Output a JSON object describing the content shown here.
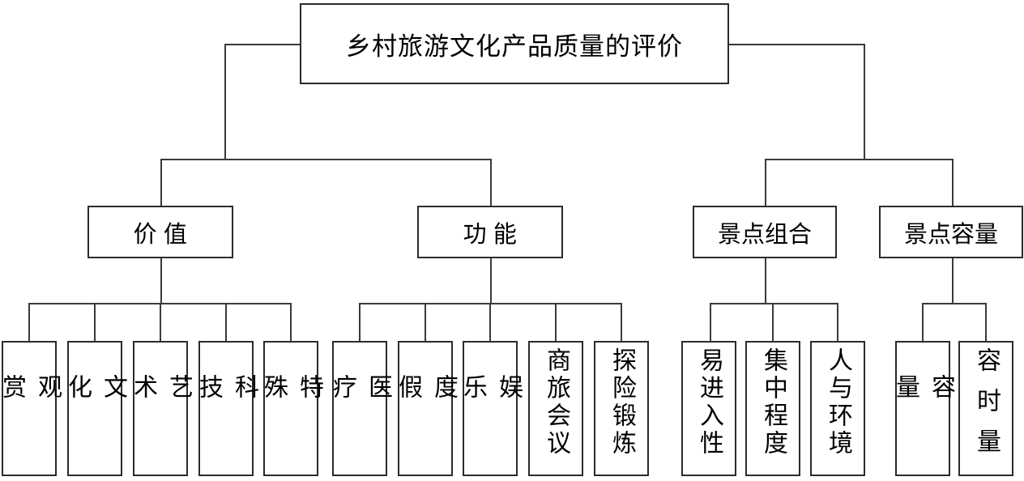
{
  "diagram": {
    "title": "乡村旅游文化产品质量的评价",
    "type": "hierarchy-tree",
    "orientation": "top-down",
    "line_color": "#3a3a3a",
    "border_color": "#2b2b2b",
    "background_color": "#ffffff",
    "root": {
      "label": "乡村旅游文化产品质量的评价",
      "children": [
        {
          "label": "价  值",
          "leaves": [
            "观赏",
            "文化",
            "艺术",
            "科技",
            "特殊"
          ]
        },
        {
          "label": "功  能",
          "leaves": [
            "医疗",
            "度假",
            "娱乐",
            "商旅会议",
            "探险锻炼"
          ]
        },
        {
          "label": "景点组合",
          "leaves": [
            "易进入性",
            "集中程度",
            "人与环境"
          ]
        },
        {
          "label": "景点容量",
          "leaves": [
            "容量",
            "容时量"
          ]
        }
      ]
    }
  }
}
